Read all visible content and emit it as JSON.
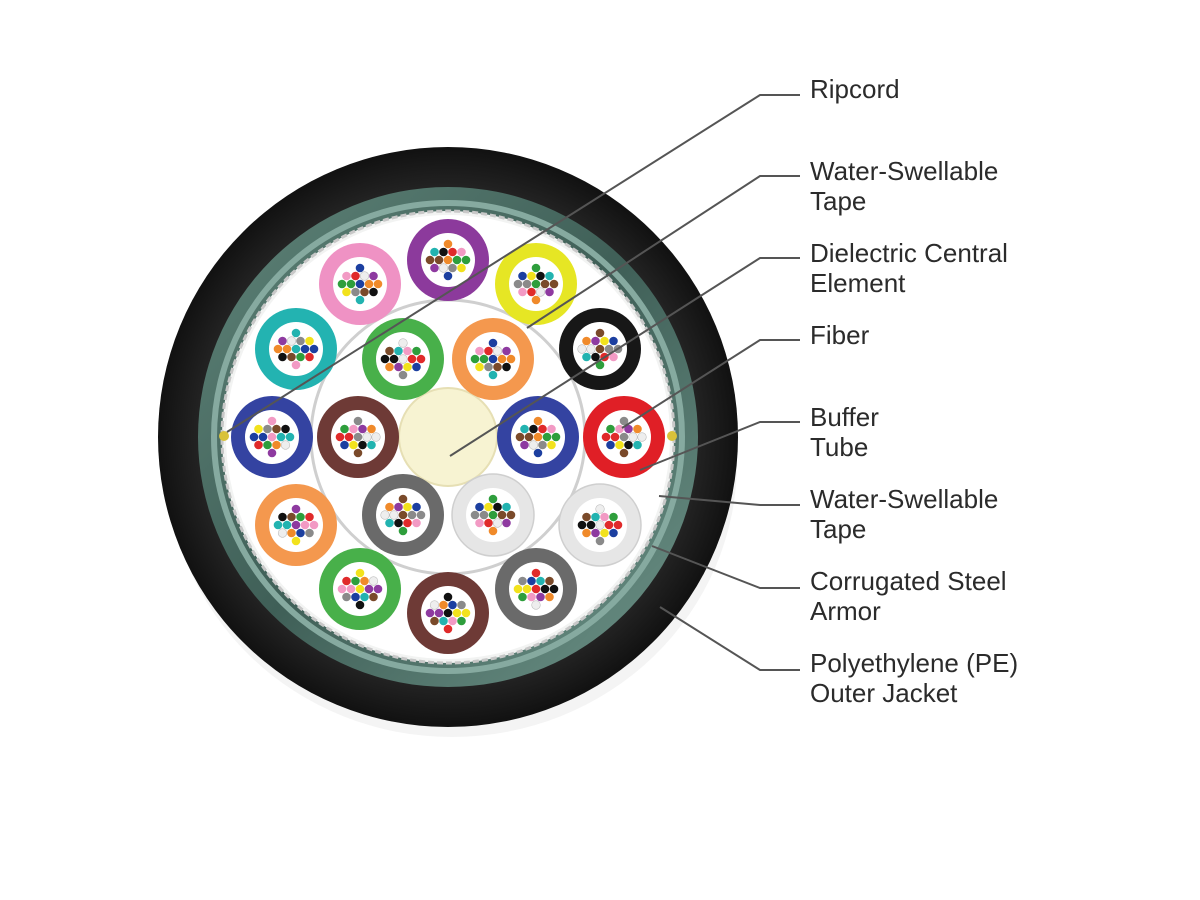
{
  "labels": {
    "ripcord": "Ripcord",
    "water_swellable_tape_inner": "Water-Swellable\nTape",
    "dielectric_central_element": "Dielectric Central\nElement",
    "fiber": "Fiber",
    "buffer_tube": "Buffer\nTube",
    "water_swellable_tape_outer": "Water-Swellable\nTape",
    "corrugated_steel_armor": "Corrugated Steel\nArmor",
    "outer_jacket": "Polyethylene (PE)\nOuter Jacket"
  },
  "colors": {
    "outer_jacket": "#1c1c1c",
    "armor": "#4c7066",
    "armor_highlight": "#86aaa0",
    "tape": "#f2f3f2",
    "central_element": "#f7f3d2",
    "callout_line": "#555555",
    "buffer_tubes": {
      "pink": "#ef92c4",
      "violet": "#8c3a9c",
      "yellow": "#e6e624",
      "black": "#171717",
      "red": "#e01f26",
      "white": "#e6e6e6",
      "slate": "#6a6a6a",
      "brown": "#6e3a36",
      "green": "#48b04a",
      "orange": "#f4984e",
      "blue": "#3443a1",
      "aqua": "#23b3b1"
    },
    "fibers": [
      "#1c3fa0",
      "#f08a2a",
      "#2e9e3c",
      "#7a4a2a",
      "#8a8a8a",
      "#eeeeee",
      "#e02a2a",
      "#111111",
      "#f2e21c",
      "#8e3aa0",
      "#f29ac4",
      "#22b3b0"
    ]
  }
}
